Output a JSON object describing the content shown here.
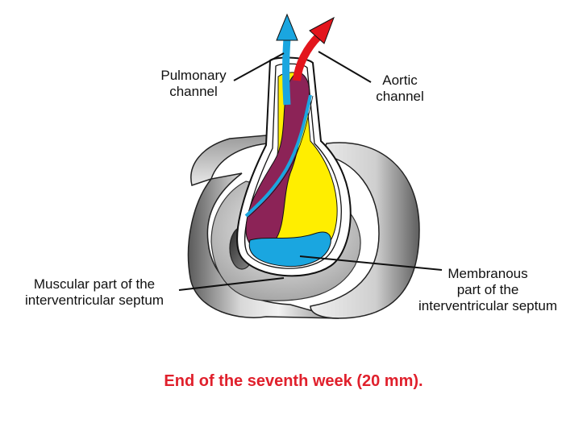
{
  "labels": {
    "pulmonary": [
      "Pulmonary",
      "channel"
    ],
    "aortic": [
      "Aortic",
      "channel"
    ],
    "muscular": [
      "Muscular part of the",
      "interventricular septum"
    ],
    "membranous": [
      "Membranous",
      "part of the",
      "interventricular septum"
    ]
  },
  "caption": "End of the seventh week (20 mm).",
  "colors": {
    "pulmonary": "#1aa6e0",
    "aortic": "#e3151c",
    "yellow": "#ffee00",
    "purple": "#8c2357",
    "caption": "#e0202c"
  }
}
